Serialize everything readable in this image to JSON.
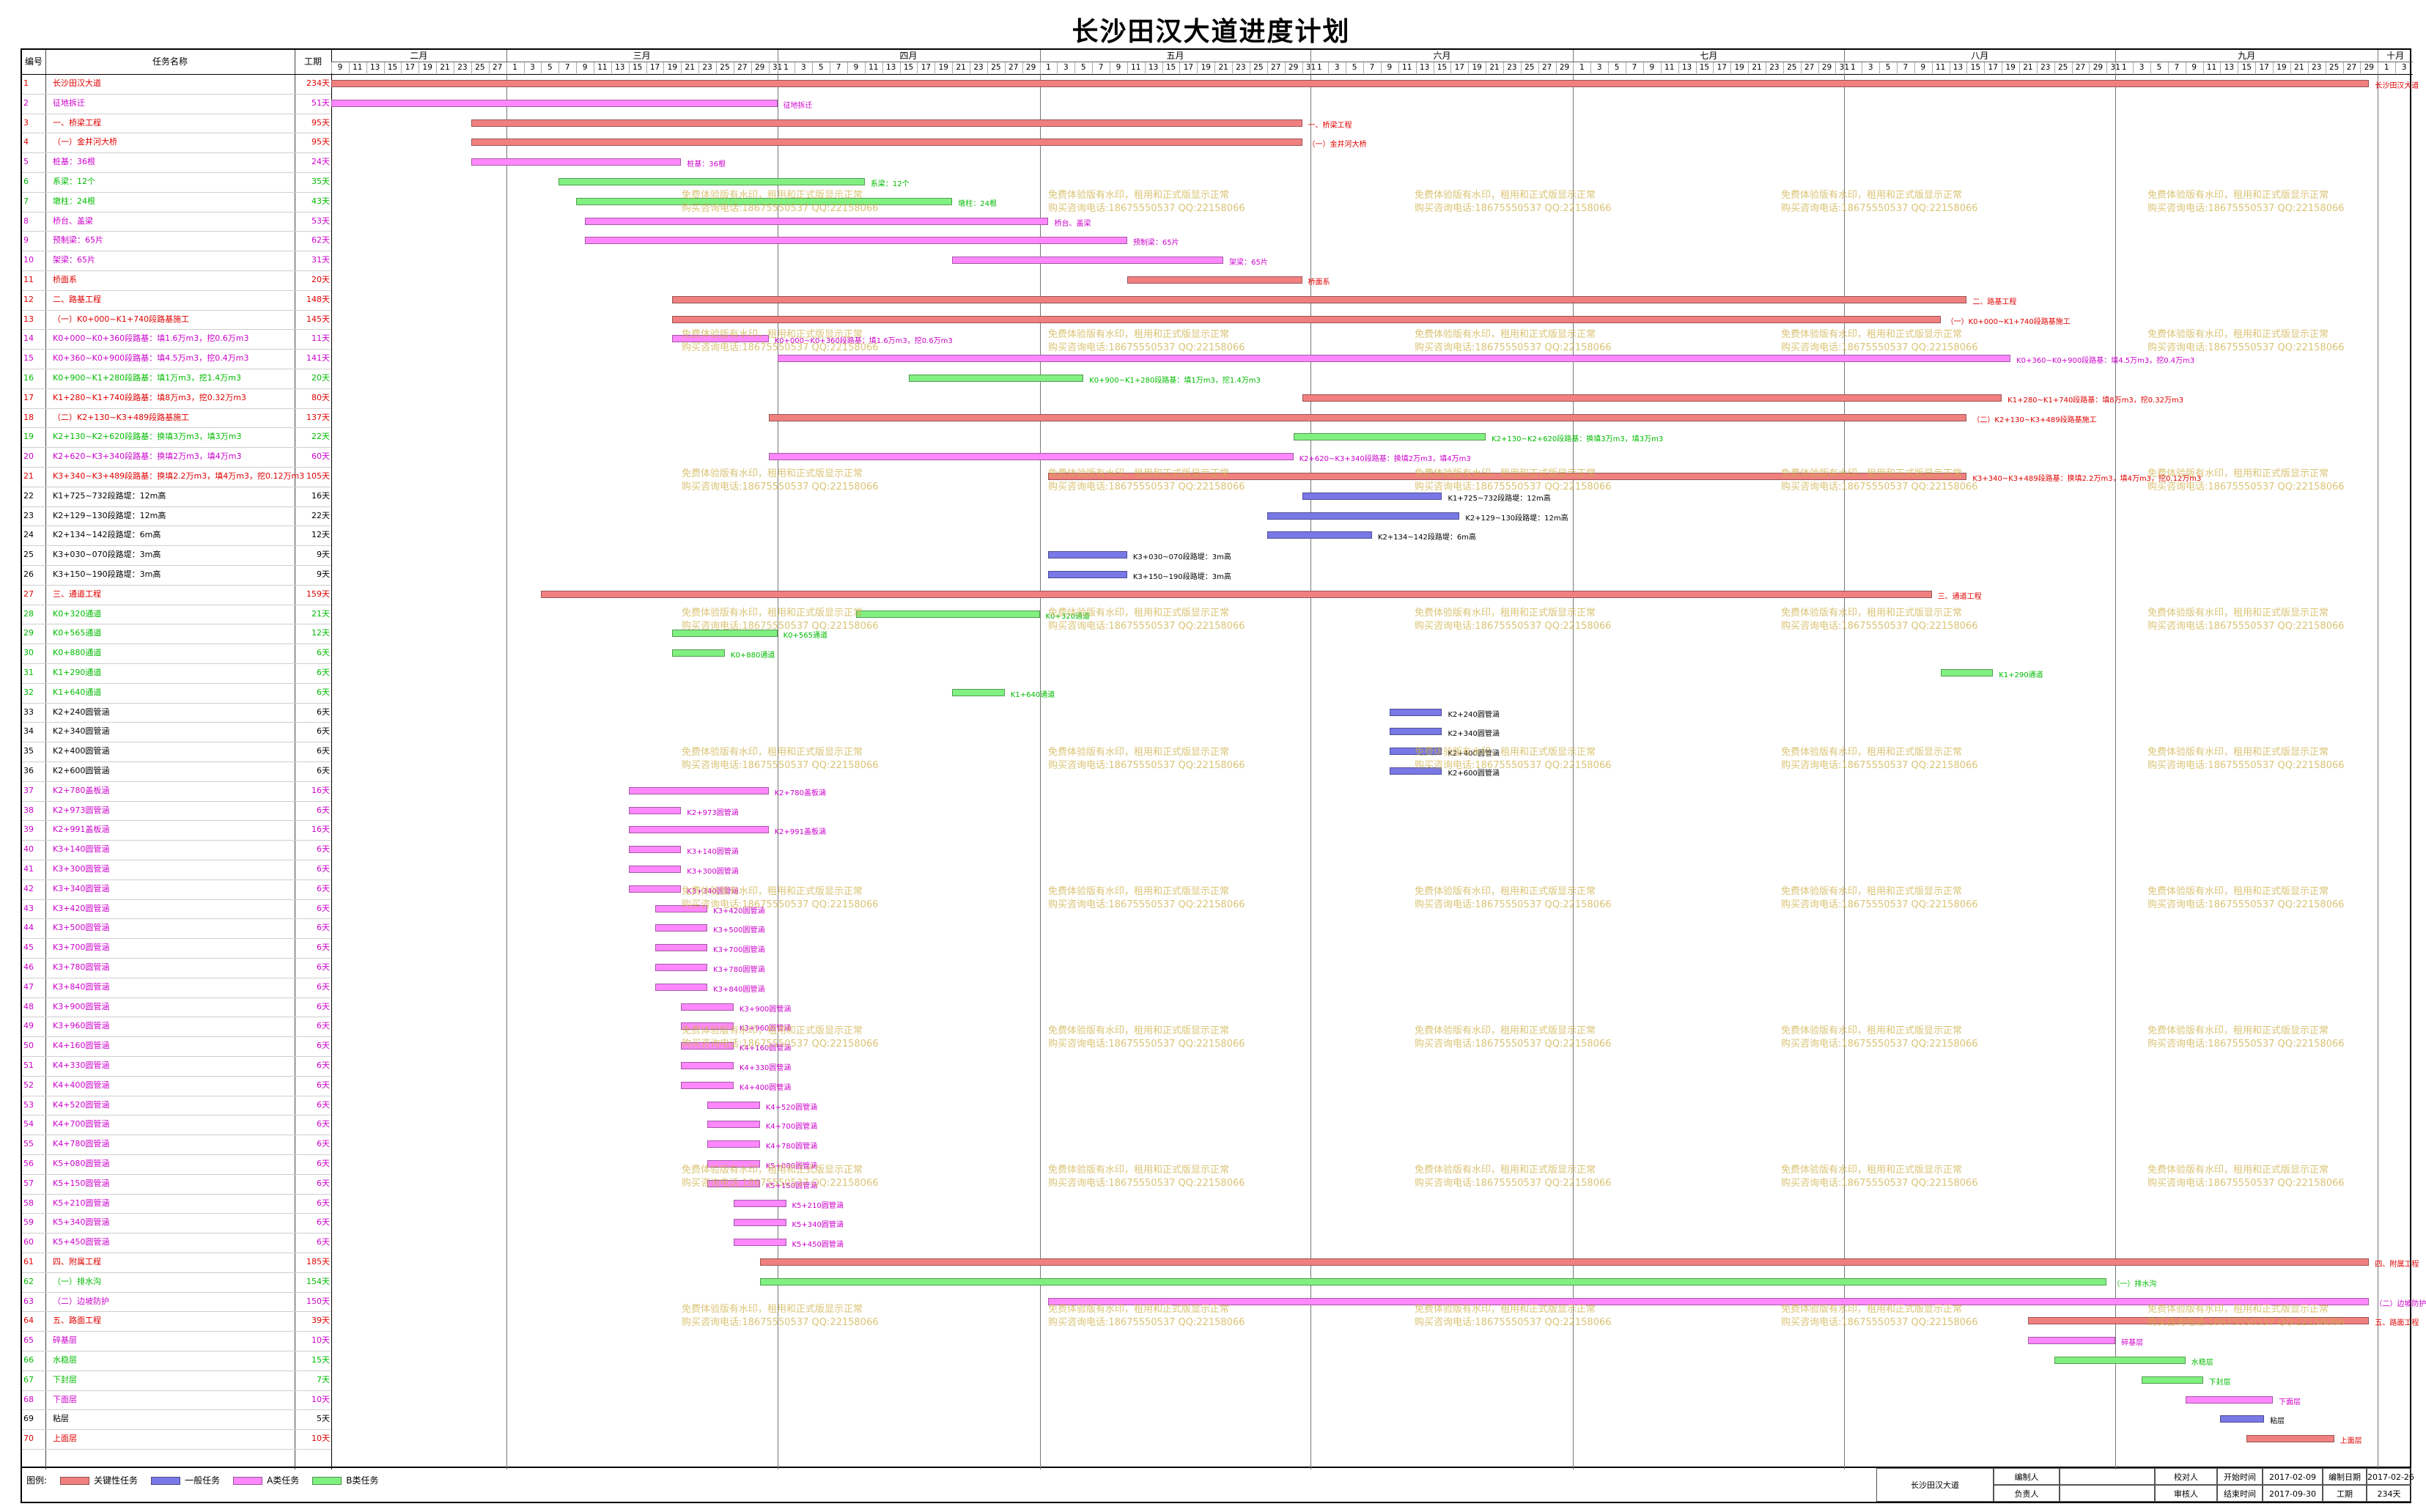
{
  "title": "长沙田汉大道进度计划",
  "headers": {
    "id": "编号",
    "name": "任务名称",
    "dur": "工期"
  },
  "months": [
    {
      "label": "二月",
      "start": "2017-02-09",
      "end": "2017-03-01"
    },
    {
      "label": "三月",
      "start": "2017-03-01",
      "end": "2017-04-01"
    },
    {
      "label": "四月",
      "start": "2017-04-01",
      "end": "2017-05-01"
    },
    {
      "label": "五月",
      "start": "2017-05-01",
      "end": "2017-06-01"
    },
    {
      "label": "六月",
      "start": "2017-06-01",
      "end": "2017-07-01"
    },
    {
      "label": "七月",
      "start": "2017-07-01",
      "end": "2017-08-01"
    },
    {
      "label": "八月",
      "start": "2017-08-01",
      "end": "2017-09-01"
    },
    {
      "label": "九月",
      "start": "2017-09-01",
      "end": "2017-10-01"
    },
    {
      "label": "十月",
      "start": "2017-10-01",
      "end": "2017-10-05"
    }
  ],
  "colors": {
    "red": "#f08080",
    "blue": "#7878e6",
    "pink": "#ff88ff",
    "green": "#80f080",
    "red_text": "#e00000",
    "pink_text": "#cc00cc",
    "green_text": "#00bb00",
    "black_text": "#000000"
  },
  "tasks": [
    {
      "id": "1",
      "name": "长沙田汉大道",
      "dur": "234天",
      "start": "2017-02-09",
      "end": "2017-09-30",
      "color": "red",
      "label": "长沙田汉大道"
    },
    {
      "id": "2",
      "name": "征地拆迁",
      "dur": "51天",
      "start": "2017-02-09",
      "end": "2017-04-01",
      "color": "pink",
      "label": "征地拆迁"
    },
    {
      "id": "3",
      "name": "一、桥梁工程",
      "dur": "95天",
      "start": "2017-02-25",
      "end": "2017-05-31",
      "color": "red",
      "label": "一、桥梁工程"
    },
    {
      "id": "4",
      "name": "（一）金井河大桥",
      "dur": "95天",
      "start": "2017-02-25",
      "end": "2017-05-31",
      "color": "red",
      "label": "（一）金井河大桥"
    },
    {
      "id": "5",
      "name": "桩基：36根",
      "dur": "24天",
      "start": "2017-02-25",
      "end": "2017-03-21",
      "color": "pink",
      "label": "桩基：36根"
    },
    {
      "id": "6",
      "name": "系梁：12个",
      "dur": "35天",
      "start": "2017-03-07",
      "end": "2017-04-11",
      "color": "green",
      "label": "系梁：12个"
    },
    {
      "id": "7",
      "name": "墩柱：24根",
      "dur": "43天",
      "start": "2017-03-09",
      "end": "2017-04-21",
      "color": "green",
      "label": "墩柱：24根"
    },
    {
      "id": "8",
      "name": "桥台、盖梁",
      "dur": "53天",
      "start": "2017-03-10",
      "end": "2017-05-02",
      "color": "pink",
      "label": "桥台、盖梁"
    },
    {
      "id": "9",
      "name": "预制梁：65片",
      "dur": "62天",
      "start": "2017-03-10",
      "end": "2017-05-11",
      "color": "pink",
      "label": "预制梁：65片"
    },
    {
      "id": "10",
      "name": "架梁：65片",
      "dur": "31天",
      "start": "2017-04-21",
      "end": "2017-05-22",
      "color": "pink",
      "label": "架梁：65片"
    },
    {
      "id": "11",
      "name": "桥面系",
      "dur": "20天",
      "start": "2017-05-11",
      "end": "2017-05-31",
      "color": "red",
      "label": "桥面系"
    },
    {
      "id": "12",
      "name": "二、路基工程",
      "dur": "148天",
      "start": "2017-03-20",
      "end": "2017-08-15",
      "color": "red",
      "label": "二、路基工程"
    },
    {
      "id": "13",
      "name": "（一）K0+000~K1+740段路基施工",
      "dur": "145天",
      "start": "2017-03-20",
      "end": "2017-08-12",
      "color": "red",
      "label": "（一）K0+000~K1+740段路基施工"
    },
    {
      "id": "14",
      "name": "K0+000~K0+360段路基：填1.6万m3，挖0.6万m3",
      "dur": "11天",
      "start": "2017-03-20",
      "end": "2017-03-31",
      "color": "pink",
      "label": "K0+000~K0+360段路基：填1.6万m3，挖0.6万m3"
    },
    {
      "id": "15",
      "name": "K0+360~K0+900段路基：填4.5万m3，挖0.4万m3",
      "dur": "141天",
      "start": "2017-04-01",
      "end": "2017-08-20",
      "color": "pink",
      "label": "K0+360~K0+900段路基：填4.5万m3，挖0.4万m3"
    },
    {
      "id": "16",
      "name": "K0+900~K1+280段路基：填1万m3，挖1.4万m3",
      "dur": "20天",
      "start": "2017-04-16",
      "end": "2017-05-06",
      "color": "green",
      "label": "K0+900~K1+280段路基：填1万m3，挖1.4万m3"
    },
    {
      "id": "17",
      "name": "K1+280~K1+740段路基：填8万m3，挖0.32万m3",
      "dur": "80天",
      "start": "2017-05-31",
      "end": "2017-08-19",
      "color": "red",
      "label": "K1+280~K1+740段路基：填8万m3，挖0.32万m3"
    },
    {
      "id": "18",
      "name": "（二）K2+130~K3+489段路基施工",
      "dur": "137天",
      "start": "2017-03-31",
      "end": "2017-08-15",
      "color": "red",
      "label": "（二）K2+130~K3+489段路基施工"
    },
    {
      "id": "19",
      "name": "K2+130~K2+620段路基：换填3万m3，填3万m3",
      "dur": "22天",
      "start": "2017-05-30",
      "end": "2017-06-21",
      "color": "green",
      "label": "K2+130~K2+620段路基：换填3万m3，填3万m3"
    },
    {
      "id": "20",
      "name": "K2+620~K3+340段路基：换填2万m3，填4万m3",
      "dur": "60天",
      "start": "2017-03-31",
      "end": "2017-05-30",
      "color": "pink",
      "label": "K2+620~K3+340段路基：换填2万m3，填4万m3"
    },
    {
      "id": "21",
      "name": "K3+340~K3+489段路基：换填2.2万m3，填4万m3，挖0.12万m3",
      "dur": "105天",
      "start": "2017-05-02",
      "end": "2017-08-15",
      "color": "red",
      "label": "K3+340~K3+489段路基：换填2.2万m3，填4万m3，挖0.12万m3"
    },
    {
      "id": "22",
      "name": "K1+725~732段路堤：12m高",
      "dur": "16天",
      "start": "2017-05-31",
      "end": "2017-06-16",
      "color": "blue",
      "label": "K1+725~732段路堤：12m高"
    },
    {
      "id": "23",
      "name": "K2+129~130段路堤：12m高",
      "dur": "22天",
      "start": "2017-05-27",
      "end": "2017-06-18",
      "color": "blue",
      "label": "K2+129~130段路堤：12m高"
    },
    {
      "id": "24",
      "name": "K2+134~142段路堤：6m高",
      "dur": "12天",
      "start": "2017-05-27",
      "end": "2017-06-08",
      "color": "blue",
      "label": "K2+134~142段路堤：6m高"
    },
    {
      "id": "25",
      "name": "K3+030~070段路堤：3m高",
      "dur": "9天",
      "start": "2017-05-02",
      "end": "2017-05-11",
      "color": "blue",
      "label": "K3+030~070段路堤：3m高"
    },
    {
      "id": "26",
      "name": "K3+150~190段路堤：3m高",
      "dur": "9天",
      "start": "2017-05-02",
      "end": "2017-05-11",
      "color": "blue",
      "label": "K3+150~190段路堤：3m高"
    },
    {
      "id": "27",
      "name": "三、通道工程",
      "dur": "159天",
      "start": "2017-03-05",
      "end": "2017-08-11",
      "color": "red",
      "label": "三、通道工程"
    },
    {
      "id": "28",
      "name": "K0+320通道",
      "dur": "21天",
      "start": "2017-04-10",
      "end": "2017-05-01",
      "color": "green",
      "label": "K0+320通道"
    },
    {
      "id": "29",
      "name": "K0+565通道",
      "dur": "12天",
      "start": "2017-03-20",
      "end": "2017-04-01",
      "color": "green",
      "label": "K0+565通道"
    },
    {
      "id": "30",
      "name": "K0+880通道",
      "dur": "6天",
      "start": "2017-03-20",
      "end": "2017-03-26",
      "color": "green",
      "label": "K0+880通道"
    },
    {
      "id": "31",
      "name": "K1+290通道",
      "dur": "6天",
      "start": "2017-08-12",
      "end": "2017-08-18",
      "color": "green",
      "label": "K1+290通道"
    },
    {
      "id": "32",
      "name": "K1+640通道",
      "dur": "6天",
      "start": "2017-04-21",
      "end": "2017-04-27",
      "color": "green",
      "label": "K1+640通道"
    },
    {
      "id": "33",
      "name": "K2+240圆管涵",
      "dur": "6天",
      "start": "2017-06-10",
      "end": "2017-06-16",
      "color": "blue",
      "label": "K2+240圆管涵"
    },
    {
      "id": "34",
      "name": "K2+340圆管涵",
      "dur": "6天",
      "start": "2017-06-10",
      "end": "2017-06-16",
      "color": "blue",
      "label": "K2+340圆管涵"
    },
    {
      "id": "35",
      "name": "K2+400圆管涵",
      "dur": "6天",
      "start": "2017-06-10",
      "end": "2017-06-16",
      "color": "blue",
      "label": "K2+400圆管涵"
    },
    {
      "id": "36",
      "name": "K2+600圆管涵",
      "dur": "6天",
      "start": "2017-06-10",
      "end": "2017-06-16",
      "color": "blue",
      "label": "K2+600圆管涵"
    },
    {
      "id": "37",
      "name": "K2+780盖板涵",
      "dur": "16天",
      "start": "2017-03-15",
      "end": "2017-03-31",
      "color": "pink",
      "label": "K2+780盖板涵"
    },
    {
      "id": "38",
      "name": "K2+973圆管涵",
      "dur": "6天",
      "start": "2017-03-15",
      "end": "2017-03-21",
      "color": "pink",
      "label": "K2+973圆管涵"
    },
    {
      "id": "39",
      "name": "K2+991盖板涵",
      "dur": "16天",
      "start": "2017-03-15",
      "end": "2017-03-31",
      "color": "pink",
      "label": "K2+991盖板涵"
    },
    {
      "id": "40",
      "name": "K3+140圆管涵",
      "dur": "6天",
      "start": "2017-03-15",
      "end": "2017-03-21",
      "color": "pink",
      "label": "K3+140圆管涵"
    },
    {
      "id": "41",
      "name": "K3+300圆管涵",
      "dur": "6天",
      "start": "2017-03-15",
      "end": "2017-03-21",
      "color": "pink",
      "label": "K3+300圆管涵"
    },
    {
      "id": "42",
      "name": "K3+340圆管涵",
      "dur": "6天",
      "start": "2017-03-15",
      "end": "2017-03-21",
      "color": "pink",
      "label": "K3+340圆管涵"
    },
    {
      "id": "43",
      "name": "K3+420圆管涵",
      "dur": "6天",
      "start": "2017-03-18",
      "end": "2017-03-24",
      "color": "pink",
      "label": "K3+420圆管涵"
    },
    {
      "id": "44",
      "name": "K3+500圆管涵",
      "dur": "6天",
      "start": "2017-03-18",
      "end": "2017-03-24",
      "color": "pink",
      "label": "K3+500圆管涵"
    },
    {
      "id": "45",
      "name": "K3+700圆管涵",
      "dur": "6天",
      "start": "2017-03-18",
      "end": "2017-03-24",
      "color": "pink",
      "label": "K3+700圆管涵"
    },
    {
      "id": "46",
      "name": "K3+780圆管涵",
      "dur": "6天",
      "start": "2017-03-18",
      "end": "2017-03-24",
      "color": "pink",
      "label": "K3+780圆管涵"
    },
    {
      "id": "47",
      "name": "K3+840圆管涵",
      "dur": "6天",
      "start": "2017-03-18",
      "end": "2017-03-24",
      "color": "pink",
      "label": "K3+840圆管涵"
    },
    {
      "id": "48",
      "name": "K3+900圆管涵",
      "dur": "6天",
      "start": "2017-03-21",
      "end": "2017-03-27",
      "color": "pink",
      "label": "K3+900圆管涵"
    },
    {
      "id": "49",
      "name": "K3+960圆管涵",
      "dur": "6天",
      "start": "2017-03-21",
      "end": "2017-03-27",
      "color": "pink",
      "label": "K3+960圆管涵"
    },
    {
      "id": "50",
      "name": "K4+160圆管涵",
      "dur": "6天",
      "start": "2017-03-21",
      "end": "2017-03-27",
      "color": "pink",
      "label": "K4+160圆管涵"
    },
    {
      "id": "51",
      "name": "K4+330圆管涵",
      "dur": "6天",
      "start": "2017-03-21",
      "end": "2017-03-27",
      "color": "pink",
      "label": "K4+330圆管涵"
    },
    {
      "id": "52",
      "name": "K4+400圆管涵",
      "dur": "6天",
      "start": "2017-03-21",
      "end": "2017-03-27",
      "color": "pink",
      "label": "K4+400圆管涵"
    },
    {
      "id": "53",
      "name": "K4+520圆管涵",
      "dur": "6天",
      "start": "2017-03-24",
      "end": "2017-03-30",
      "color": "pink",
      "label": "K4+520圆管涵"
    },
    {
      "id": "54",
      "name": "K4+700圆管涵",
      "dur": "6天",
      "start": "2017-03-24",
      "end": "2017-03-30",
      "color": "pink",
      "label": "K4+700圆管涵"
    },
    {
      "id": "55",
      "name": "K4+780圆管涵",
      "dur": "6天",
      "start": "2017-03-24",
      "end": "2017-03-30",
      "color": "pink",
      "label": "K4+780圆管涵"
    },
    {
      "id": "56",
      "name": "K5+080圆管涵",
      "dur": "6天",
      "start": "2017-03-24",
      "end": "2017-03-30",
      "color": "pink",
      "label": "K5+080圆管涵"
    },
    {
      "id": "57",
      "name": "K5+150圆管涵",
      "dur": "6天",
      "start": "2017-03-24",
      "end": "2017-03-30",
      "color": "pink",
      "label": "K5+150圆管涵"
    },
    {
      "id": "58",
      "name": "K5+210圆管涵",
      "dur": "6天",
      "start": "2017-03-27",
      "end": "2017-04-02",
      "color": "pink",
      "label": "K5+210圆管涵"
    },
    {
      "id": "59",
      "name": "K5+340圆管涵",
      "dur": "6天",
      "start": "2017-03-27",
      "end": "2017-04-02",
      "color": "pink",
      "label": "K5+340圆管涵"
    },
    {
      "id": "60",
      "name": "K5+450圆管涵",
      "dur": "6天",
      "start": "2017-03-27",
      "end": "2017-04-02",
      "color": "pink",
      "label": "K5+450圆管涵"
    },
    {
      "id": "61",
      "name": "四、附属工程",
      "dur": "185天",
      "start": "2017-03-30",
      "end": "2017-09-30",
      "color": "red",
      "label": "四、附属工程"
    },
    {
      "id": "62",
      "name": "（一）排水沟",
      "dur": "154天",
      "start": "2017-03-30",
      "end": "2017-08-31",
      "color": "green",
      "label": "（一）排水沟"
    },
    {
      "id": "63",
      "name": "（二）边坡防护",
      "dur": "150天",
      "start": "2017-05-02",
      "end": "2017-09-30",
      "color": "pink",
      "label": "（二）边坡防护"
    },
    {
      "id": "64",
      "name": "五、路面工程",
      "dur": "39天",
      "start": "2017-08-22",
      "end": "2017-09-30",
      "color": "red",
      "label": "五、路面工程"
    },
    {
      "id": "65",
      "name": "碎基层",
      "dur": "10天",
      "start": "2017-08-22",
      "end": "2017-09-01",
      "color": "pink",
      "label": "碎基层"
    },
    {
      "id": "66",
      "name": "水稳层",
      "dur": "15天",
      "start": "2017-08-25",
      "end": "2017-09-09",
      "color": "green",
      "label": "水稳层"
    },
    {
      "id": "67",
      "name": "下封层",
      "dur": "7天",
      "start": "2017-09-04",
      "end": "2017-09-11",
      "color": "green",
      "label": "下封层"
    },
    {
      "id": "68",
      "name": "下面层",
      "dur": "10天",
      "start": "2017-09-09",
      "end": "2017-09-19",
      "color": "pink",
      "label": "下面层"
    },
    {
      "id": "69",
      "name": "粘层",
      "dur": "5天",
      "start": "2017-09-13",
      "end": "2017-09-18",
      "color": "blue",
      "label": "粘层"
    },
    {
      "id": "70",
      "name": "上面层",
      "dur": "10天",
      "start": "2017-09-16",
      "end": "2017-09-26",
      "color": "red",
      "label": "上面层"
    }
  ],
  "legend": {
    "title": "图例:",
    "items": [
      {
        "label": "关键性任务",
        "color": "red"
      },
      {
        "label": "一般任务",
        "color": "blue"
      },
      {
        "label": "A类任务",
        "color": "pink"
      },
      {
        "label": "B类任务",
        "color": "green"
      }
    ]
  },
  "info": {
    "project": "长沙田汉大道",
    "l1": "编制人",
    "l2": "负责人",
    "l3": "校对人",
    "l4": "审核人",
    "l5": "开始时间",
    "v5": "2017-02-09",
    "l6": "结束时间",
    "v6": "2017-09-30",
    "l7": "编制日期",
    "v7": "2017-02-26",
    "l8": "工期",
    "v8": "234天"
  },
  "watermark": {
    "line1": "免费体验版有水印，租用和正式版显示正常",
    "line2": "购买咨询电话:18675550537 QQ:22158066"
  }
}
